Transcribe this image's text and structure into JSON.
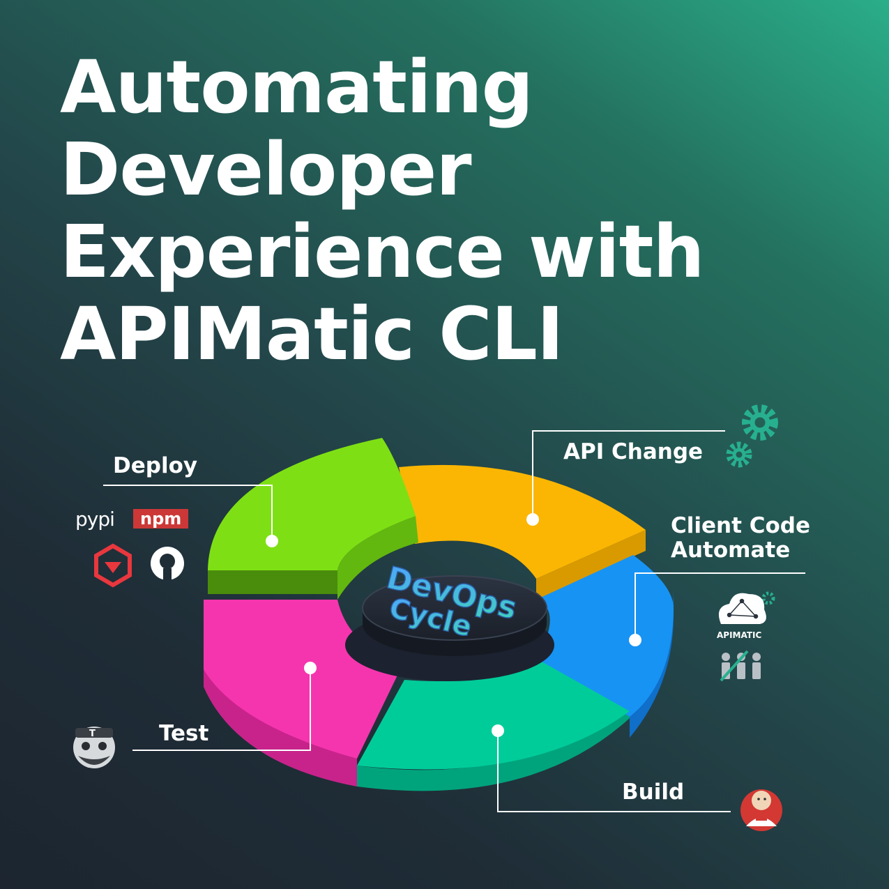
{
  "title": {
    "line1": "Automating",
    "line2": "Developer",
    "line3": "Experience with",
    "line4": "APIMatic CLI"
  },
  "center_label": {
    "line1": "DevOps",
    "line2": "Cycle"
  },
  "stages": {
    "api_change": "API Change",
    "client_code_line1": "Client Code",
    "client_code_line2": "Automate",
    "build": "Build",
    "test": "Test",
    "deploy": "Deploy"
  },
  "logos": {
    "pypi": "pypi",
    "npm": "npm",
    "apimatic": "APIMATIC"
  },
  "icons": [
    "gear-icon",
    "pypi-logo",
    "npm-logo",
    "rubygems-icon",
    "github-icon",
    "apimatic-cloud-icon",
    "team-icon",
    "testing-mascot-icon",
    "jenkins-icon"
  ],
  "colors": {
    "api_change": "#fbb603",
    "client_code": "#1793f4",
    "build": "#00cc9a",
    "test": "#f535ae",
    "deploy": "#7ee014",
    "gear": "#27b08f",
    "npm": "#cb3837",
    "rubygems": "#e9373e"
  }
}
